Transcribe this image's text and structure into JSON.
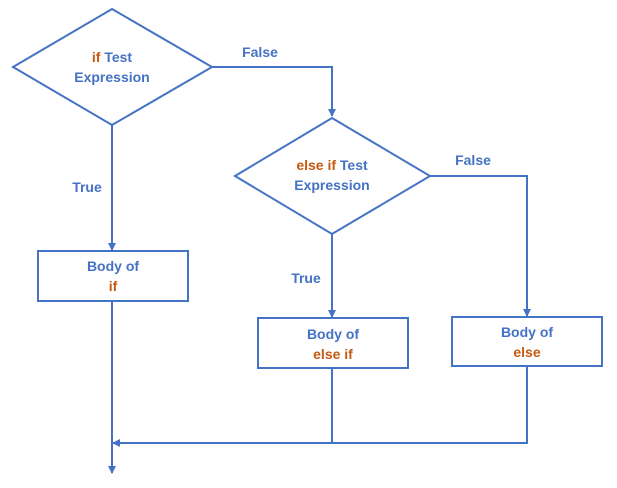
{
  "colors": {
    "line": "#4472c4",
    "text_blue": "#4472c4",
    "keyword_orange": "#c55a11",
    "background": "#ffffff"
  },
  "nodes": {
    "if_test": {
      "keyword": "if",
      "line1_rest": " Test",
      "line2": "Expression"
    },
    "else_if_test": {
      "keyword": "else if",
      "line1_rest": " Test",
      "line2": "Expression"
    },
    "body_if": {
      "line1": "Body of",
      "keyword": "if"
    },
    "body_else_if": {
      "line1": "Body of",
      "keyword": "else if"
    },
    "body_else": {
      "line1": "Body of",
      "keyword": "else"
    }
  },
  "edges": {
    "if_false": "False",
    "if_true": "True",
    "else_if_false": "False",
    "else_if_true": "True"
  }
}
